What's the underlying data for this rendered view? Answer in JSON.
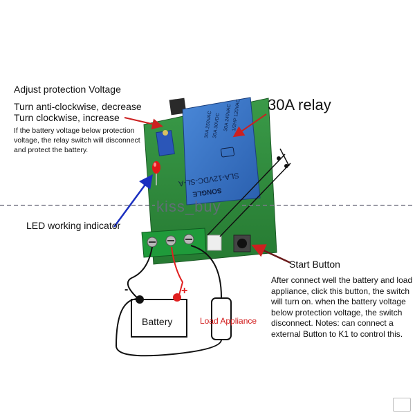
{
  "texts": {
    "adjust_title": "Adjust protection Voltage",
    "anticlockwise": "Turn anti-clockwise, decrease",
    "clockwise": "Turn clockwise, increase",
    "protect_note": "If the battery voltage below protection voltage, the relay switch will disconnect and protect the battery.",
    "relay_title": "30A relay",
    "led_label": "LED working indicator",
    "start_title": "Start Button",
    "start_desc": "After connect well the battery and load appliance, click this button, the switch will turn on. when the battery voltage below protection voltage, the switch disconnect. Notes: can connect a external Button to K1 to control this.",
    "battery_label": "Battery",
    "load_label": "Load Appliance",
    "minus_sign": "-",
    "plus_sign": "+",
    "watermark": "kiss_buy",
    "relay_model": "SLA-12VDC-SL-A",
    "relay_brand": "SONGLE",
    "relay_rating1": "30A 250VAC",
    "relay_rating2": "30A 30VDC",
    "relay_rating3": "30A 240VAC",
    "relay_rating4": "1/2HP 120VAC"
  },
  "colors": {
    "pcb_green": "#2f8a3a",
    "relay_blue": "#2f6fc0",
    "terminal_green": "#1f9a3a",
    "arrow_red": "#cc2020",
    "arrow_blue": "#1a2fc0",
    "led_red": "#e01818",
    "load_text": "#d11a1a"
  },
  "icons": [
    "relay-icon",
    "led-icon",
    "terminal-block-icon",
    "push-button-icon",
    "potentiometer-icon",
    "battery-icon",
    "load-icon"
  ]
}
